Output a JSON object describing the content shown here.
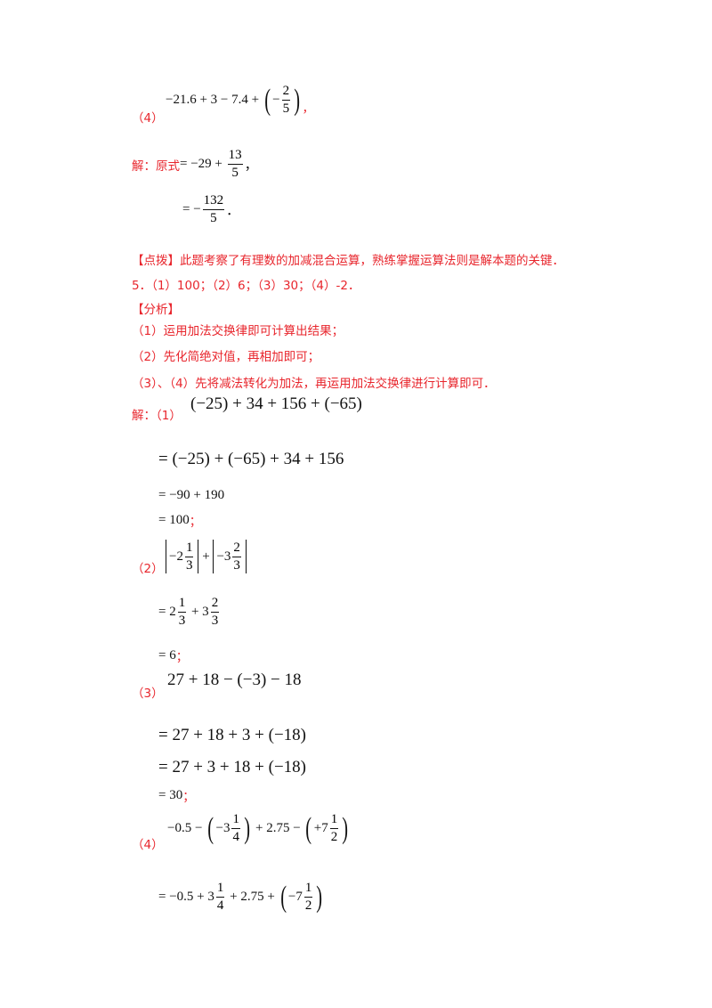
{
  "colors": {
    "accent": "#e8262d",
    "text": "#111111"
  },
  "p4": {
    "label": "（4）",
    "expr": "−21.6 + 3 − 7.4 + ",
    "open": "(",
    "sign": "−",
    "num": "2",
    "den": "5",
    "close": ")",
    "end": "，"
  },
  "sol4": {
    "label": "解：原式",
    "expr": "= −29 + ",
    "num": "13",
    "den": "5",
    "end": "，",
    "line2": "= −",
    "num2": "132",
    "den2": "5",
    "end2": "．"
  },
  "tip": "【点拨】此题考察了有理数的加减混合运算，熟练掌握运算法则是解本题的关键．",
  "answer5": "5．（1）100；（2）6；（3）30；（4）-2．",
  "analysis": {
    "title": "【分析】",
    "items": [
      "（1）运用加法交换律即可计算出结果；",
      "（2）先化简绝对值，再相加即可；",
      "（3）、（4）先将减法转化为加法，再运用加法交换律进行计算即可．"
    ]
  },
  "s1": {
    "label": "解：（1）",
    "expr": "(−25) + 34 + 156 + (−65)",
    "l2": "= (−25) + (−65) + 34 + 156",
    "l3": "= −90 + 190",
    "l4": "= 100",
    "l4end": "；"
  },
  "s2": {
    "label": "（2）",
    "a_whole": "−2",
    "a_num": "1",
    "a_den": "3",
    "plus": " + ",
    "b_whole": "−3",
    "b_num": "2",
    "b_den": "3",
    "l2a": "= 2",
    "l2an": "1",
    "l2ad": "3",
    "l2p": " + 3",
    "l2bn": "2",
    "l2bd": "3",
    "l3": "= 6",
    "l3end": "；"
  },
  "s3": {
    "label": "（3）",
    "expr": "27 + 18 − (−3) − 18",
    "l2": "= 27 + 18 + 3 + (−18)",
    "l3": "= 27 + 3 + 18 + (−18)",
    "l4": "= 30",
    "l4end": "；"
  },
  "s4": {
    "label": "（4）",
    "pre": "−0.5 − ",
    "w1": "−3",
    "n1": "1",
    "d1": "4",
    "mid": " + 2.75 − ",
    "w2": "+7",
    "n2": "1",
    "d2": "2",
    "l2pre": "= −0.5 + 3",
    "l2n1": "1",
    "l2d1": "4",
    "l2mid": " + 2.75 + ",
    "l2w2": "−7",
    "l2n2": "1",
    "l2d2": "2",
    "open": "(",
    "close": ")"
  }
}
